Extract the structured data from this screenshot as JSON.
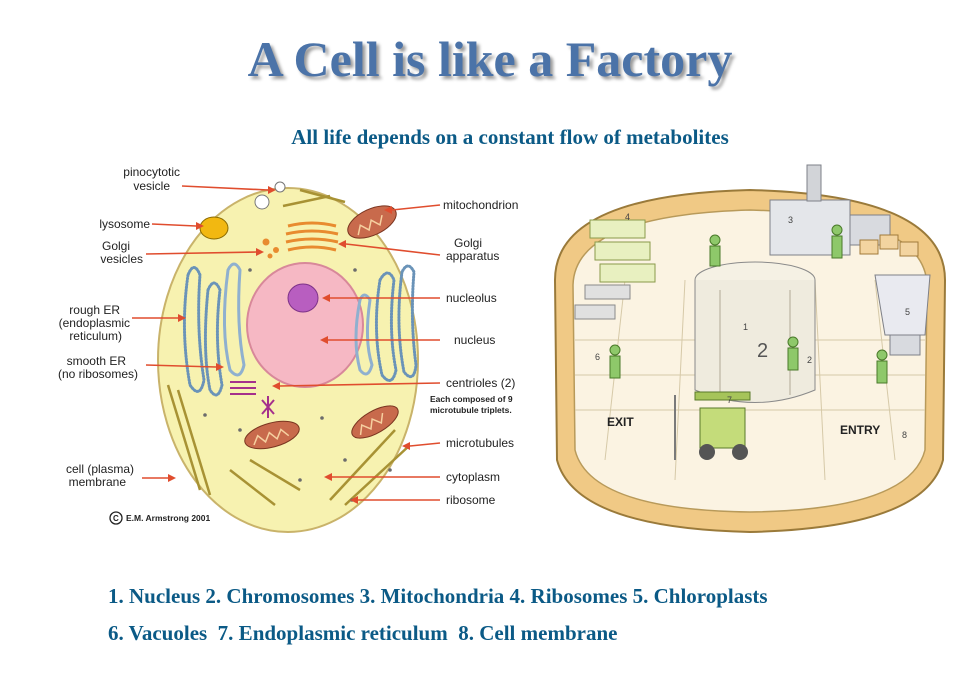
{
  "title": "A Cell is like a Factory",
  "subtitle": "All life depends on a constant flow of metabolites",
  "cell_diagram": {
    "labels_left": {
      "pinocytotic_1": "pinocytotic",
      "pinocytotic_2": "vesicle",
      "lysosome": "lysosome",
      "golgi_vesicles_1": "Golgi",
      "golgi_vesicles_2": "vesicles",
      "rough_er_1": "rough ER",
      "rough_er_2": "(endoplasmic",
      "rough_er_3": "reticulum)",
      "smooth_er_1": "smooth ER",
      "smooth_er_2": "(no ribosomes)",
      "cell_membrane_1": "cell (plasma)",
      "cell_membrane_2": "membrane"
    },
    "labels_right": {
      "mitochondrion": "mitochondrion",
      "golgi_apparatus_1": "Golgi",
      "golgi_apparatus_2": "apparatus",
      "nucleolus": "nucleolus",
      "nucleus": "nucleus",
      "centrioles": "centrioles (2)",
      "centrioles_note_1": "Each composed of 9",
      "centrioles_note_2": "microtubule triplets.",
      "microtubules": "microtubules",
      "cytoplasm": "cytoplasm",
      "ribosome": "ribosome"
    },
    "copyright_symbol": "C",
    "copyright": "E.M. Armstrong 2001",
    "colors": {
      "cytoplasm": "#f7f2b0",
      "nucleus": "#f6b8c4",
      "nucleolus": "#b85ec0",
      "arrows": "#e04d2e",
      "er": "#6a93b8",
      "mitochondria": "#c86a4c"
    }
  },
  "factory": {
    "exit_sign": "EXIT",
    "entry_sign": "ENTRY",
    "numbers": {
      "n1": "1",
      "n2": "2",
      "n3": "3",
      "n4": "4",
      "n5": "5",
      "n6": "6",
      "n7": "7",
      "n8": "8",
      "nbig": "2"
    }
  },
  "captions": {
    "line1": "1. Nucleus 2. Chromosomes 3. Mitochondria 4. Ribosomes 5. Chloroplasts",
    "line2": "6. Vacuoles  7. Endoplasmic reticulum  8. Cell membrane"
  }
}
